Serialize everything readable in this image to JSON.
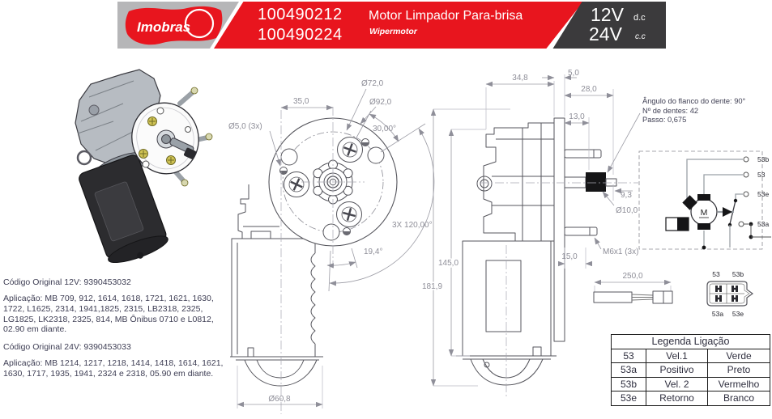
{
  "header": {
    "brand": "Imobras",
    "part_numbers": [
      "100490212",
      "100490224"
    ],
    "title": "Motor Limpador Para-brisa",
    "subtitle": "Wipermotor",
    "voltage_12": "12V",
    "voltage_12_unit": "d.c",
    "voltage_24": "24V",
    "voltage_24_unit": "c.c",
    "colors": {
      "red": "#e8151e",
      "dark": "#3b3a3c",
      "gray": "#b6b6b8"
    }
  },
  "info": {
    "codigo_12v": "Código Original 12V: 9390453032",
    "aplicacao_12v": "Aplicação: MB 709, 912, 1614, 1618, 1721, 1621, 1630, 1722, L1625, 2314, 1941,1825, 2315, LB2318, 2325, LG1825, LK2318, 2325, 814, MB Ônibus 0710 e L0812, 02.90 em diante.",
    "codigo_24v": "Código Original  24V: 9390453033",
    "aplicacao_24v": "Aplicação: MB 1214, 1217, 1218, 1414, 1418, 1614, 1621, 1630, 1717, 1935, 1941, 2324 e 2318, 05.90 em diante."
  },
  "gear_note": {
    "line1": "Ângulo do flanco do dente: 90°",
    "line2": "Nº de dentes: 42",
    "line3": "Passo: 0,675"
  },
  "dims": {
    "front": {
      "d35": "35,0",
      "d5_3x": "Ø5,0 (3x)",
      "d72": "Ø72,0",
      "d92": "Ø92,0",
      "a30": "30,00°",
      "a120": "3X 120,00°",
      "a194": "19,4°",
      "d608": "Ø60,8"
    },
    "side": {
      "d348": "34,8",
      "d50": "5,0",
      "d280": "28,0",
      "d130": "13,0",
      "d93": "9,3",
      "d100": "Ø10,0",
      "m6": "M6x1 (3x)",
      "d150": "15,0",
      "d1450": "145,0",
      "d1819": "181,9"
    },
    "cable": {
      "length": "250,0"
    }
  },
  "circuit": {
    "motor_label": "M",
    "terminals": [
      "53b",
      "53",
      "53e",
      "53a"
    ]
  },
  "connector": {
    "top_left": "53",
    "top_right": "53b",
    "bottom_left": "53a",
    "bottom_right": "53e"
  },
  "legend_table": {
    "title": "Legenda Ligação",
    "rows": [
      {
        "terminal": "53",
        "function": "Vel.1",
        "color": "Verde"
      },
      {
        "terminal": "53a",
        "function": "Positivo",
        "color": "Preto"
      },
      {
        "terminal": "53b",
        "function": "Vel. 2",
        "color": "Vermelho"
      },
      {
        "terminal": "53e",
        "function": "Retorno",
        "color": "Branco"
      }
    ]
  }
}
